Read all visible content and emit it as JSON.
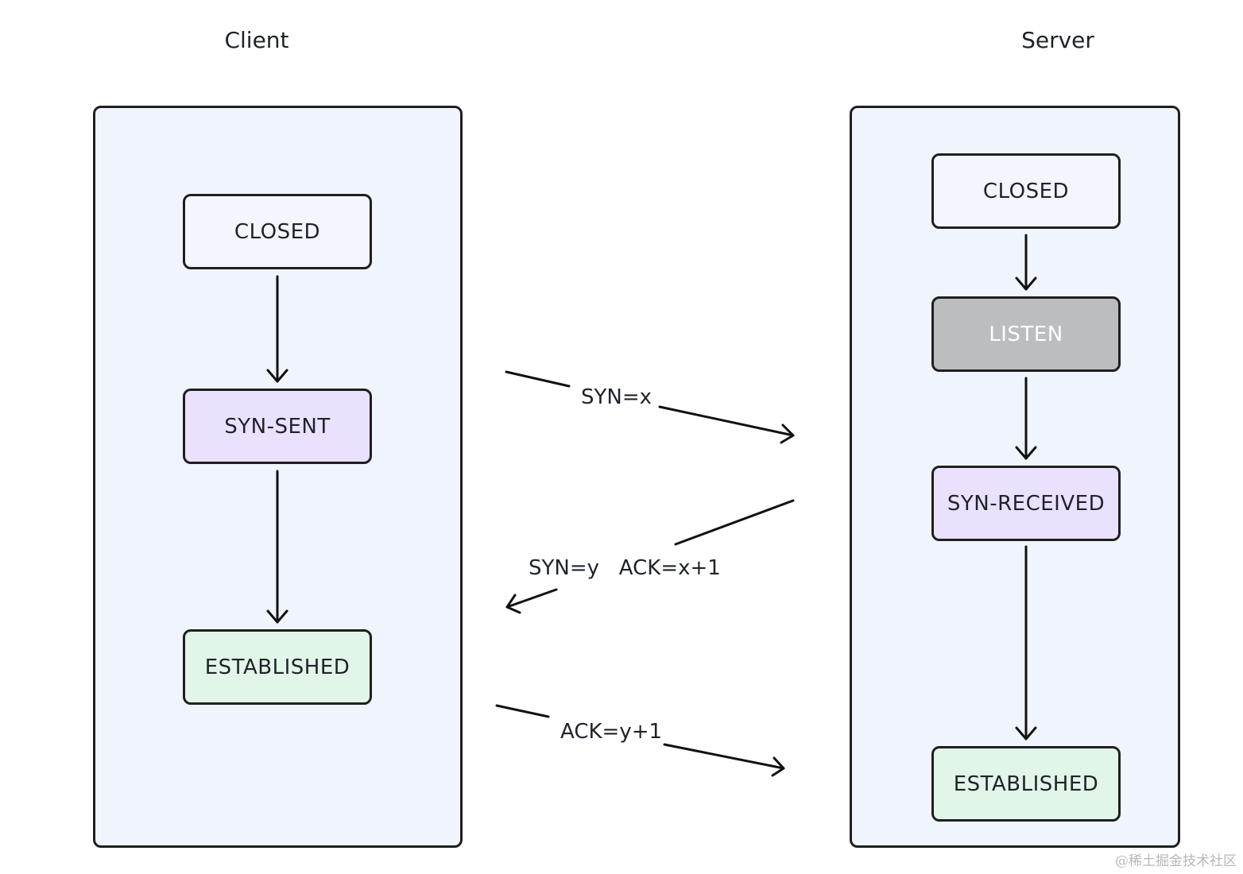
{
  "headings": {
    "client": "Client",
    "server": "Server"
  },
  "client_states": {
    "closed": "CLOSED",
    "syn_sent": "SYN-SENT",
    "established": "ESTABLISHED"
  },
  "server_states": {
    "closed": "CLOSED",
    "listen": "LISTEN",
    "syn_received": "SYN-RECEIVED",
    "established": "ESTABLISHED"
  },
  "messages": {
    "syn": "SYN=x",
    "syn_ack": "SYN=y   ACK=x+1",
    "ack": "ACK=y+1"
  },
  "watermark": "@稀土掘金技术社区",
  "colors": {
    "lane_fill": "#eff4fd",
    "closed_fill": "#f3f6fe",
    "syn_fill": "#e9e1fe",
    "established_fill": "#e1f6e8",
    "listen_fill": "#bbbdbf",
    "stroke": "#1f1f1f"
  }
}
